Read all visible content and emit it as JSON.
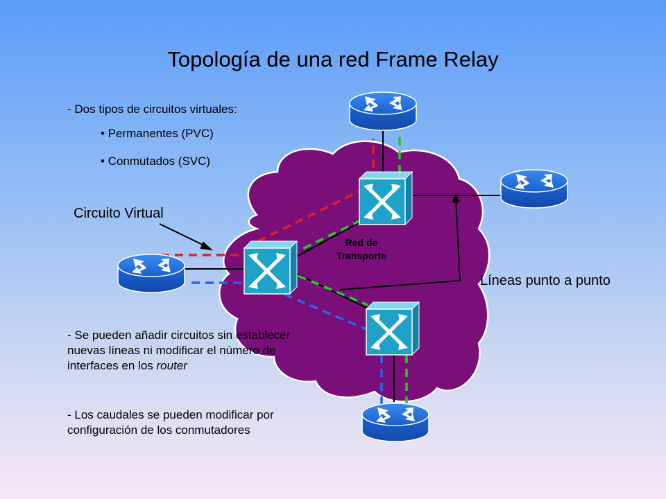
{
  "title": "Topología de una red Frame Relay",
  "intro": {
    "heading": "- Dos tipos de circuitos virtuales:",
    "items": [
      "• Permanentes (PVC)",
      "• Conmutados (SVC)"
    ]
  },
  "labels": {
    "virtual_circuit": "Circuito Virtual",
    "point_to_point": "Líneas punto a punto",
    "network_line1": "Red de",
    "network_line2": "Transporte"
  },
  "notes": {
    "n1_pre": "- Se pueden añadir circuitos sin establecer nuevas líneas ni modificar el número de interfaces en los ",
    "n1_em": "router",
    "n2": "- Los caudales se pueden modificar por configuración de los conmutadores"
  },
  "colors": {
    "cloud": "#7a0f7a",
    "router": "#1f75e0",
    "switch": "#1fa2c8",
    "red_circuit": "#e02020",
    "green_circuit": "#22cc22",
    "blue_circuit": "#2266ee"
  }
}
